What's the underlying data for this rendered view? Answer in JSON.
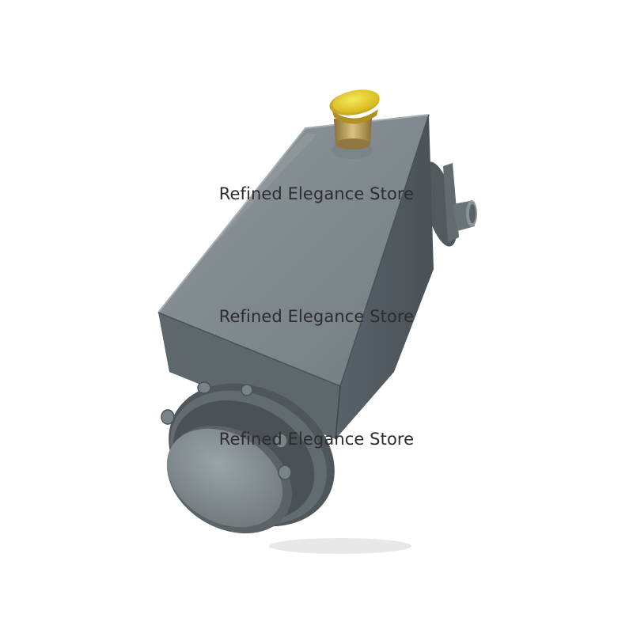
{
  "photo": {
    "subject": "oil-cooler-heat-exchanger",
    "colors": {
      "body": "#6c7478",
      "body_dark": "#4e5659",
      "body_light": "#8f989c",
      "cap": "#e6cf2a",
      "brass": "#b69a56",
      "background": "#ffffff"
    }
  },
  "watermarks": [
    "Refined Elegance Store",
    "Refined Elegance Store",
    "Refined Elegance Store"
  ]
}
